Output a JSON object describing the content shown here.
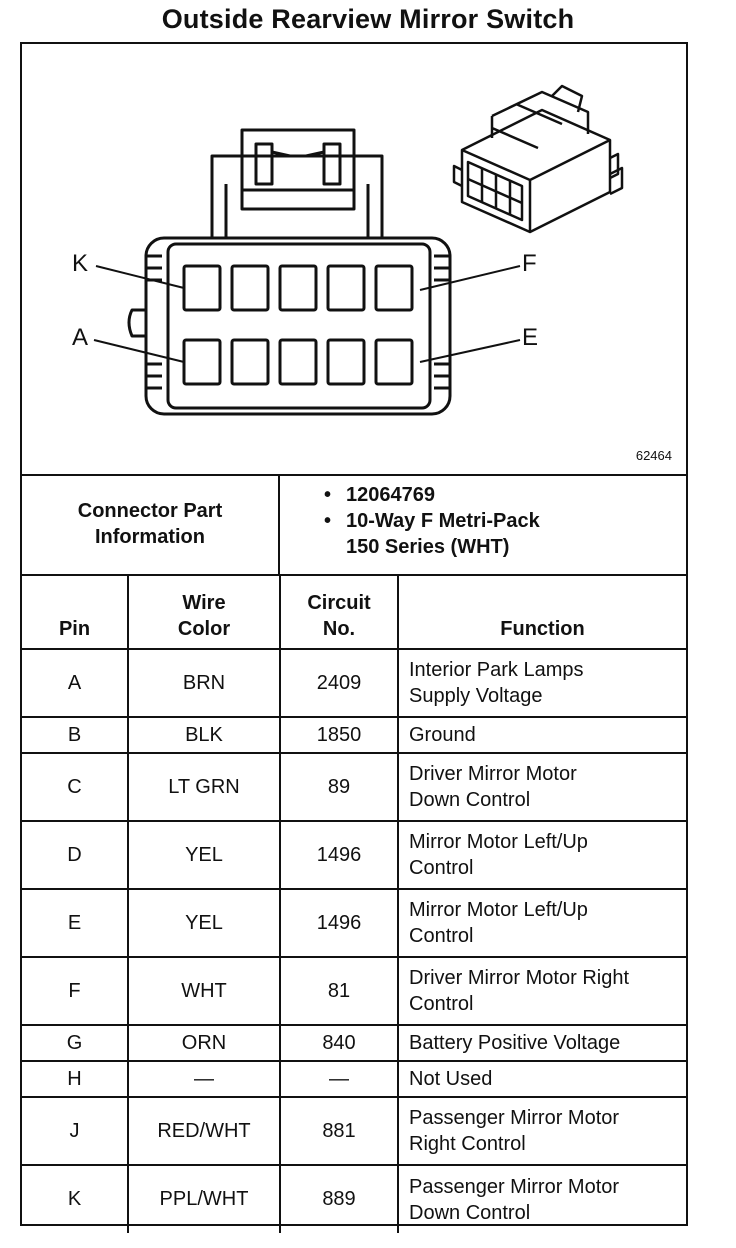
{
  "title": "Outside Rearview Mirror Switch",
  "figure_number": "62464",
  "diagram_labels": {
    "pin_k": "K",
    "pin_f": "F",
    "pin_a": "A",
    "pin_e": "E"
  },
  "connector_info": {
    "label_line1": "Connector Part",
    "label_line2": "Information",
    "part_number": "12064769",
    "description_line1": "10-Way F Metri-Pack",
    "description_line2": "150 Series (WHT)"
  },
  "table": {
    "headers": {
      "pin": "Pin",
      "wire_color_line1": "Wire",
      "wire_color_line2": "Color",
      "circuit_line1": "Circuit",
      "circuit_line2": "No.",
      "function": "Function"
    },
    "rows": [
      {
        "pin": "A",
        "color": "BRN",
        "circuit": "2409",
        "function_line1": "Interior Park Lamps",
        "function_line2": "Supply Voltage"
      },
      {
        "pin": "B",
        "color": "BLK",
        "circuit": "1850",
        "function_line1": "Ground",
        "function_line2": ""
      },
      {
        "pin": "C",
        "color": "LT GRN",
        "circuit": "89",
        "function_line1": "Driver Mirror Motor",
        "function_line2": "Down Control"
      },
      {
        "pin": "D",
        "color": "YEL",
        "circuit": "1496",
        "function_line1": "Mirror Motor Left/Up",
        "function_line2": "Control"
      },
      {
        "pin": "E",
        "color": "YEL",
        "circuit": "1496",
        "function_line1": "Mirror Motor Left/Up",
        "function_line2": "Control"
      },
      {
        "pin": "F",
        "color": "WHT",
        "circuit": "81",
        "function_line1": "Driver Mirror Motor Right",
        "function_line2": "Control"
      },
      {
        "pin": "G",
        "color": "ORN",
        "circuit": "840",
        "function_line1": "Battery Positive Voltage",
        "function_line2": ""
      },
      {
        "pin": "H",
        "color": "—",
        "circuit": "—",
        "function_line1": "Not Used",
        "function_line2": ""
      },
      {
        "pin": "J",
        "color": "RED/WHT",
        "circuit": "881",
        "function_line1": "Passenger Mirror Motor",
        "function_line2": "Right Control"
      },
      {
        "pin": "K",
        "color": "PPL/WHT",
        "circuit": "889",
        "function_line1": "Passenger Mirror Motor",
        "function_line2": "Down Control"
      }
    ]
  }
}
